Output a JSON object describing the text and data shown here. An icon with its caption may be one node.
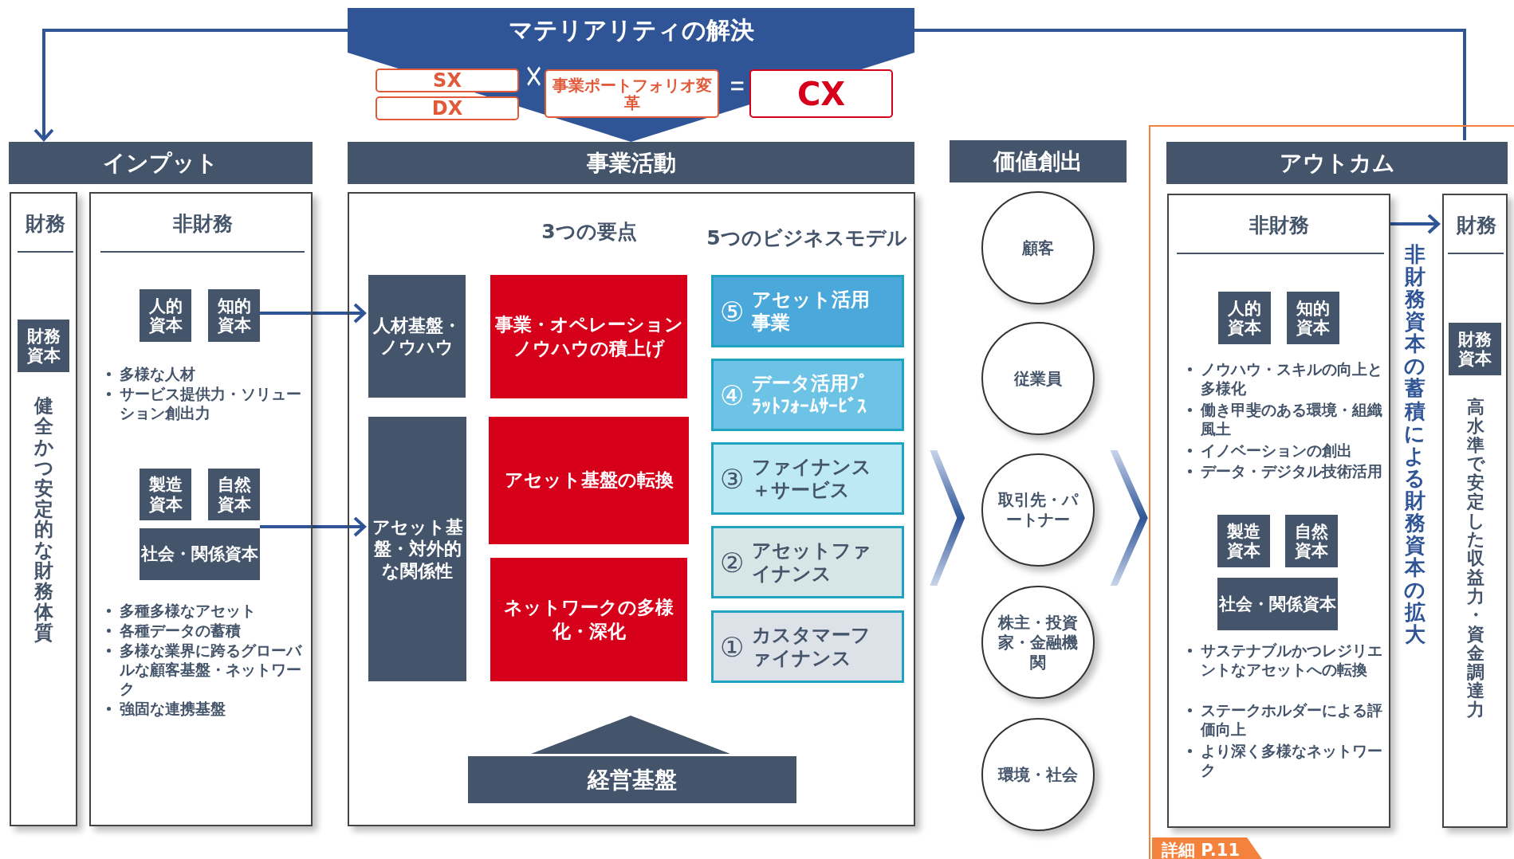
{
  "diagram": {
    "nodes": [
      {
        "text": [
          "マテリアリティの解決"
        ]
      },
      {
        "text": [
          "SX"
        ]
      },
      {
        "text": [
          "DX"
        ]
      },
      {
        "text": [
          "事業ポートフォリオ変革"
        ]
      },
      {
        "text": [
          "CX"
        ]
      },
      {
        "text": [
          "インプット"
        ]
      },
      {
        "text": [
          "財務",
          "健全かつ安定的な財務体質"
        ]
      },
      {
        "text": [
          "財務資本"
        ],
        "in": 6
      },
      {
        "text": [
          "非財務",
          "多様な人材",
          "サービス提供力・ソリューション創出力",
          "多種多様なアセット",
          "各種データの蓄積",
          "多様な業界に跨るグローバルな顧客基盤・ネットワーク",
          "強固な連携基盤"
        ]
      },
      {
        "text": [
          "人的資本"
        ],
        "in": 8
      },
      {
        "text": [
          "知的資本"
        ],
        "in": 8
      },
      {
        "text": [
          "製造資本"
        ],
        "in": 8
      },
      {
        "text": [
          "自然資本"
        ],
        "in": 8
      },
      {
        "text": [
          "社会・関係資本"
        ],
        "in": 8
      },
      {
        "text": [
          "事業活動"
        ]
      },
      {
        "text": [
          "3つの要点",
          "5つのビジネスモデル"
        ]
      },
      {
        "text": [
          "人材基盤・ノウハウ"
        ],
        "in": 15
      },
      {
        "text": [
          "アセット基盤・対外的な関係性"
        ],
        "in": 15
      },
      {
        "text": [
          "事業・オペレーションノウハウの積上げ"
        ],
        "in": 15
      },
      {
        "text": [
          "アセット基盤の転換"
        ],
        "in": 15
      },
      {
        "text": [
          "ネットワークの多様化・深化"
        ],
        "in": 15
      },
      {
        "text": [
          "⑤",
          "アセット活用事業"
        ],
        "in": 15
      },
      {
        "text": [
          "④",
          "データ活用ﾌﾟﾗｯﾄﾌｫｰﾑｻｰﾋﾞｽ"
        ],
        "in": 15
      },
      {
        "text": [
          "③",
          "ファイナンス＋サービス"
        ],
        "in": 15
      },
      {
        "text": [
          "②",
          "アセットファイナンス"
        ],
        "in": 15
      },
      {
        "text": [
          "①",
          "カスタマーファイナンス"
        ],
        "in": 15
      },
      {
        "text": [
          "経営基盤"
        ],
        "in": 15
      },
      {
        "text": [
          "価値創出"
        ]
      },
      {
        "text": [
          "顧客"
        ]
      },
      {
        "text": [
          "従業員"
        ]
      },
      {
        "text": [
          "取引先・パートナー"
        ]
      },
      {
        "text": [
          "株主・投資家・金融機関"
        ]
      },
      {
        "text": [
          "環境・社会"
        ]
      },
      {
        "text": [
          "詳細 P.11"
        ]
      },
      {
        "text": [
          "アウトカム"
        ],
        "in": 33
      },
      {
        "text": [
          "非財務",
          "ノウハウ・スキルの向上と多様化",
          "働き甲斐のある環境・組織風土",
          "イノベーションの創出",
          "データ・デジタル技術活用",
          "サステナブルかつレジリエントなアセットへの転換",
          "ステークホルダーによる評価向上",
          "より深く多様なネットワーク"
        ],
        "in": 33
      },
      {
        "text": [
          "人的資本"
        ],
        "in": 35
      },
      {
        "text": [
          "知的資本"
        ],
        "in": 35
      },
      {
        "text": [
          "製造資本"
        ],
        "in": 35
      },
      {
        "text": [
          "自然資本"
        ],
        "in": 35
      },
      {
        "text": [
          "社会・関係資本"
        ],
        "in": 35
      },
      {
        "text": [
          "財務",
          "高水準で安定した収益力・資金調達力"
        ],
        "in": 33
      },
      {
        "text": [
          "財務資本"
        ],
        "in": 41
      }
    ],
    "edges": [
      {
        "from": 0,
        "to": 5,
        "arrow": "to"
      },
      {
        "from": 0,
        "to": 34,
        "arrow": "none"
      },
      {
        "from": 0,
        "to": 14,
        "arrow": "to"
      },
      {
        "from": 10,
        "to": 16,
        "arrow": "to"
      },
      {
        "from": 13,
        "to": 17,
        "arrow": "to"
      },
      {
        "from": 26,
        "to": null,
        "arrow": "to"
      },
      {
        "from": 15,
        "to": 30,
        "arrow": "to"
      },
      {
        "from": 30,
        "to": 35,
        "arrow": "to"
      },
      {
        "from": 35,
        "to": 41,
        "arrow": "to"
      }
    ],
    "labels": [
      "×",
      "＝",
      "非財務資本の蓄積による財務資本の拡大"
    ]
  }
}
